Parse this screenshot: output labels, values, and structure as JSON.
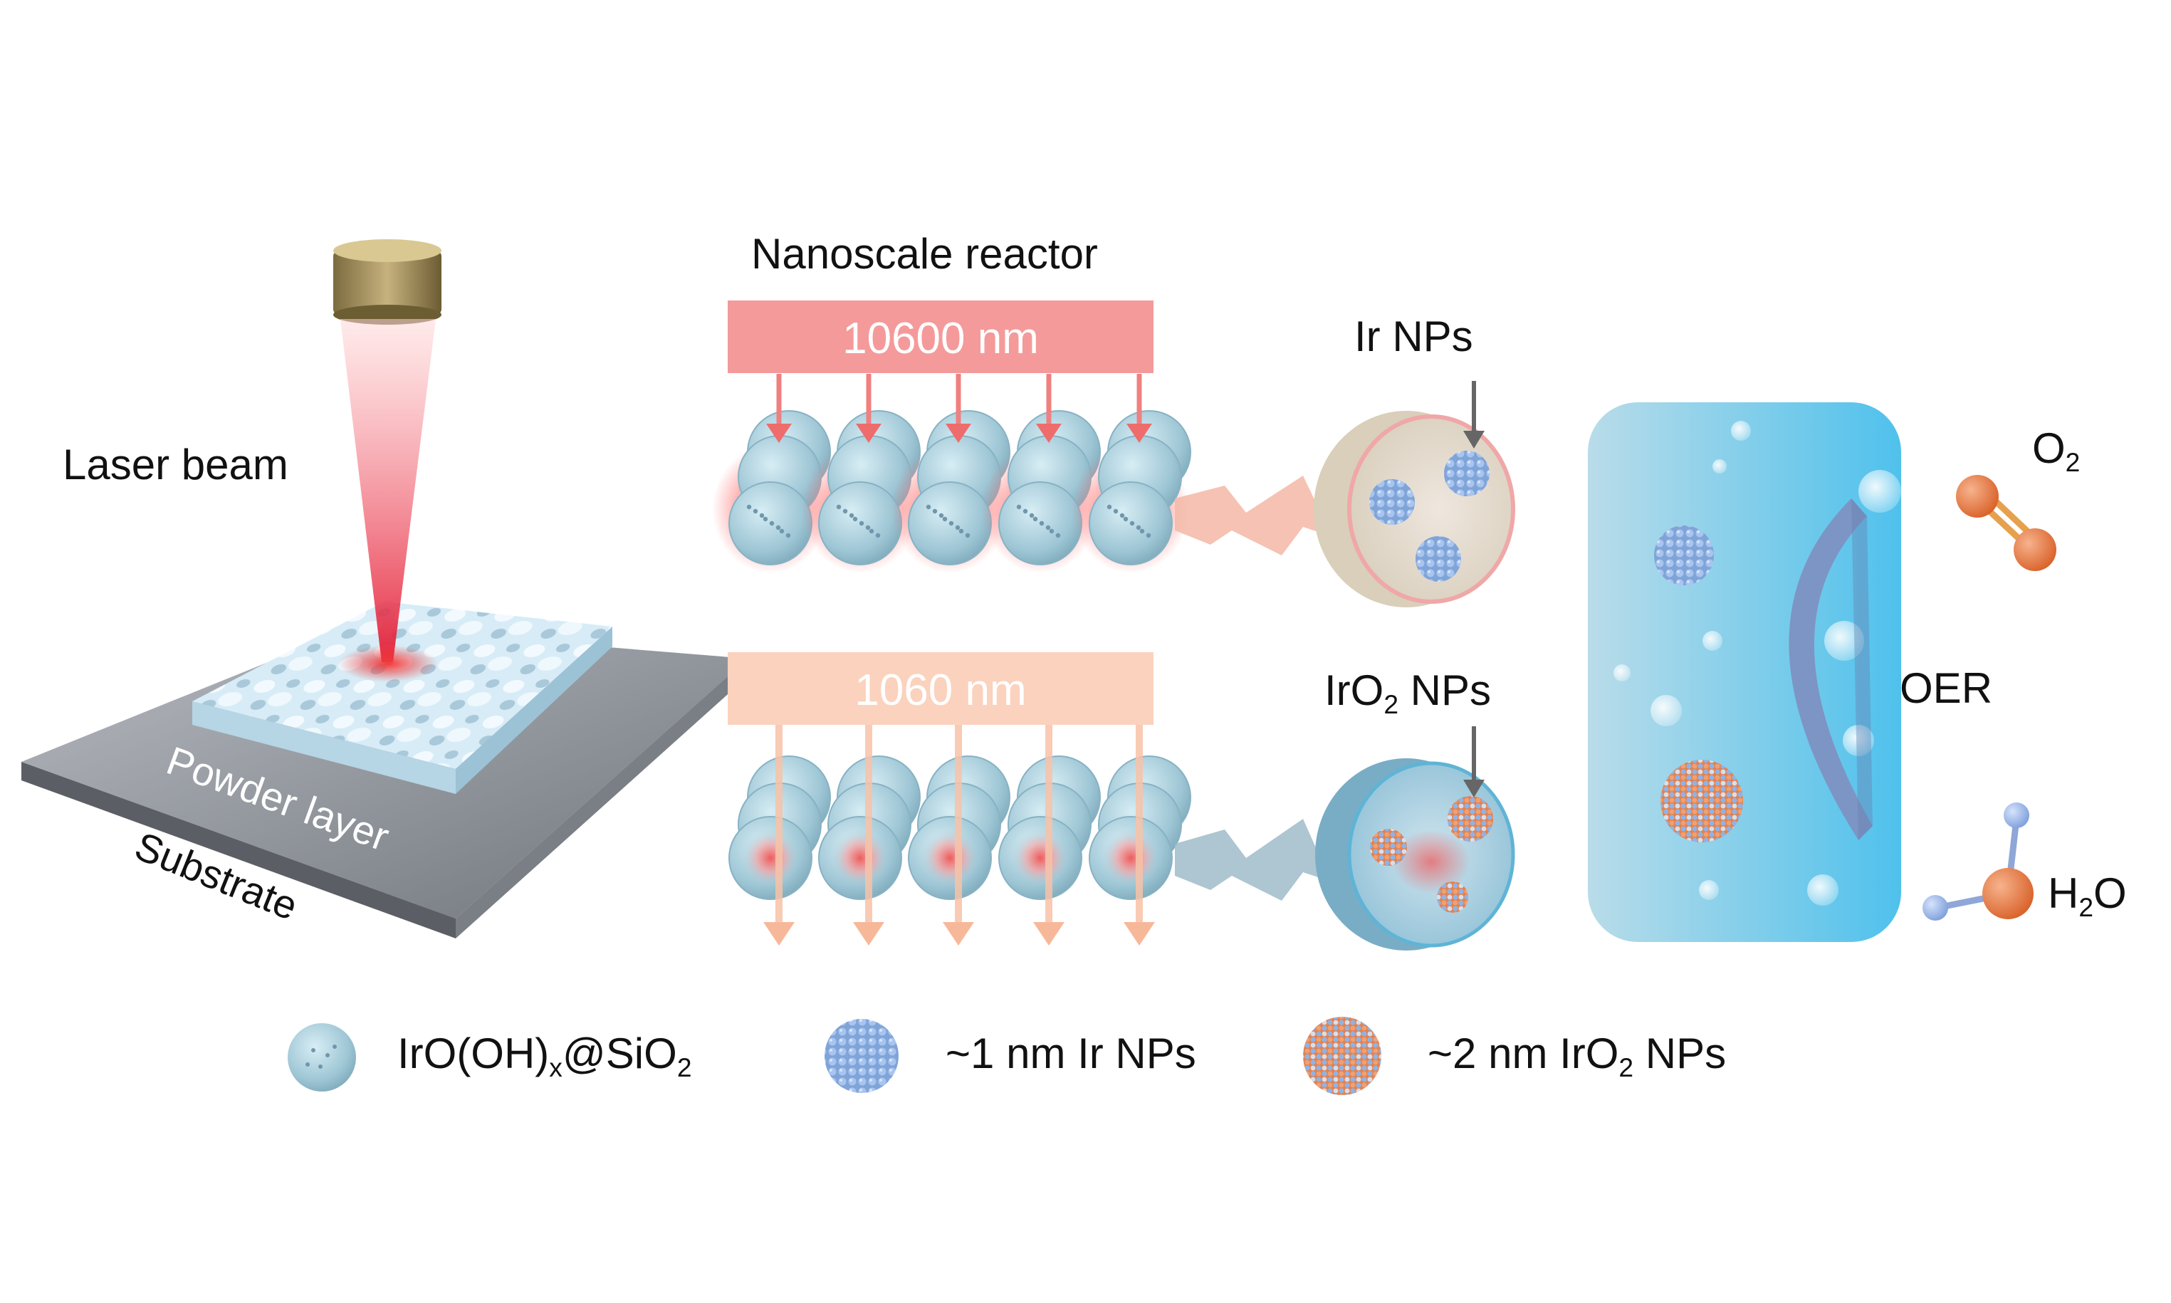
{
  "labels": {
    "nanoscale_reactor": "Nanoscale reactor",
    "laser_beam": "Laser beam",
    "powder_layer": "Powder layer",
    "substrate": "Substrate",
    "ir_nps": "Ir NPs",
    "iro2_nps_prefix": "IrO",
    "iro2_nps_sub": "2",
    "iro2_nps_suffix": " NPs",
    "oer": "OER",
    "o2_main": "O",
    "o2_sub": "2",
    "h2o_h": "H",
    "h2o_sub": "2",
    "h2o_o": "O"
  },
  "beams": {
    "co2_wavelength": "10600 nm",
    "fiber_wavelength": "1060 nm"
  },
  "legend": {
    "item1_a": "IrO(OH)",
    "item1_sub": "x",
    "item1_b": "@SiO",
    "item1_sub2": "2",
    "item2": "~1 nm Ir NPs",
    "item3_a": "~2 nm IrO",
    "item3_sub": "2",
    "item3_b": " NPs"
  },
  "colors": {
    "red_beam": "#f08080",
    "orange_beam": "#f9cdb6",
    "sphere": "#a9cfdc",
    "ir_cluster": "#7fa9dc",
    "iro2_orange": "#e9834f",
    "electrolyte": "#5cc6ea",
    "substrate": "#8b8f96"
  }
}
